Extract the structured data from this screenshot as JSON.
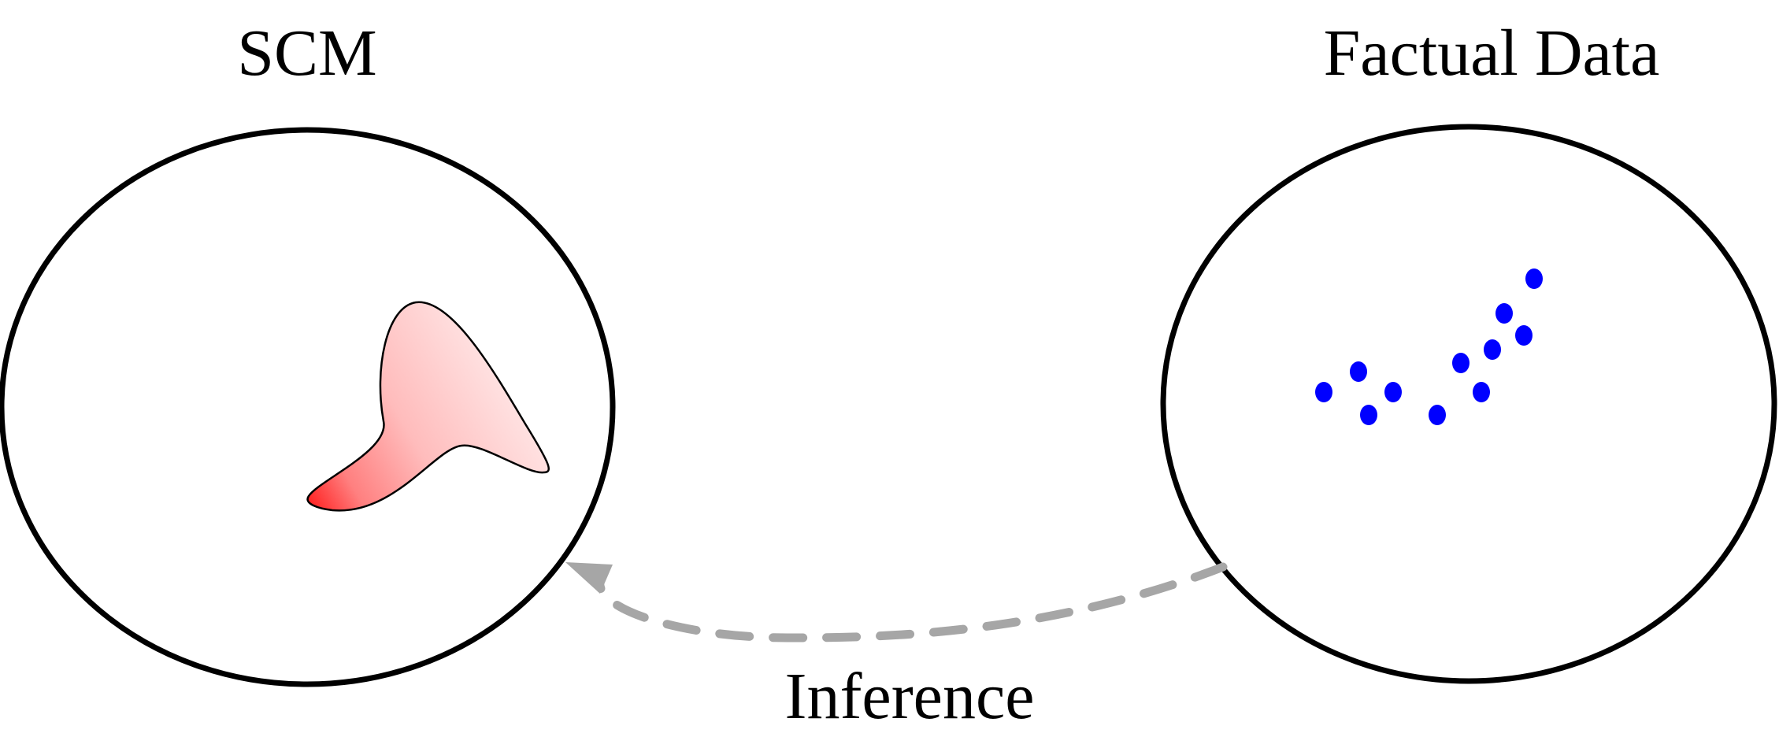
{
  "labels": {
    "left_title": "SCM",
    "right_title": "Factual Data",
    "arrow_label": "Inference"
  },
  "colors": {
    "outline": "#000000",
    "blob_dark": "#ff1a1a",
    "blob_light": "#fff2f2",
    "points": "#0000ff",
    "arrow": "#a6a6a6"
  },
  "icons": {
    "left_shape": "distribution-blob",
    "right_shape": "scatter-points",
    "arrow": "dashed-curved-arrow"
  }
}
